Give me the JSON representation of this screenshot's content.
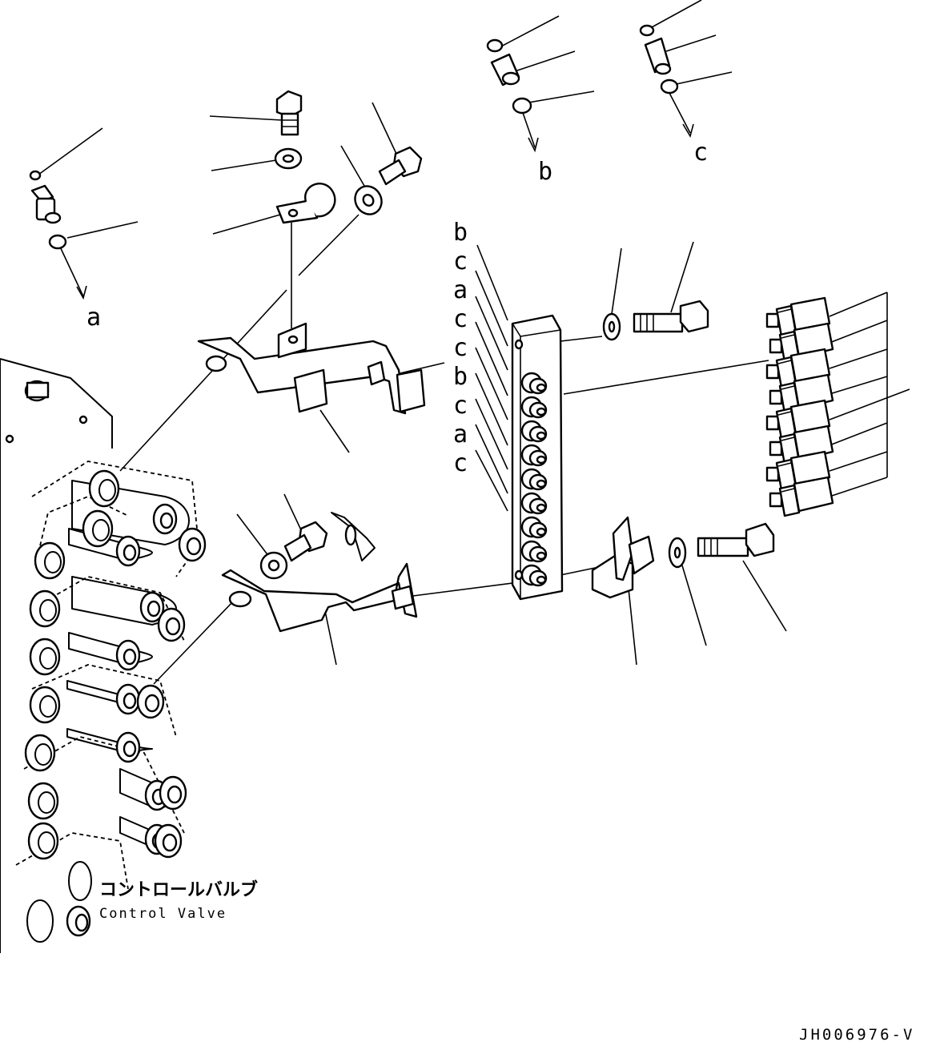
{
  "diagram": {
    "component_label_jp": "コントロールバルブ",
    "component_label_en": "Control Valve",
    "drawing_code": "JH006976-V",
    "port_letters_top": [
      "a",
      "b",
      "c"
    ],
    "manifold_port_letters": [
      "b",
      "c",
      "a",
      "c",
      "c",
      "b",
      "c",
      "a",
      "c"
    ]
  }
}
